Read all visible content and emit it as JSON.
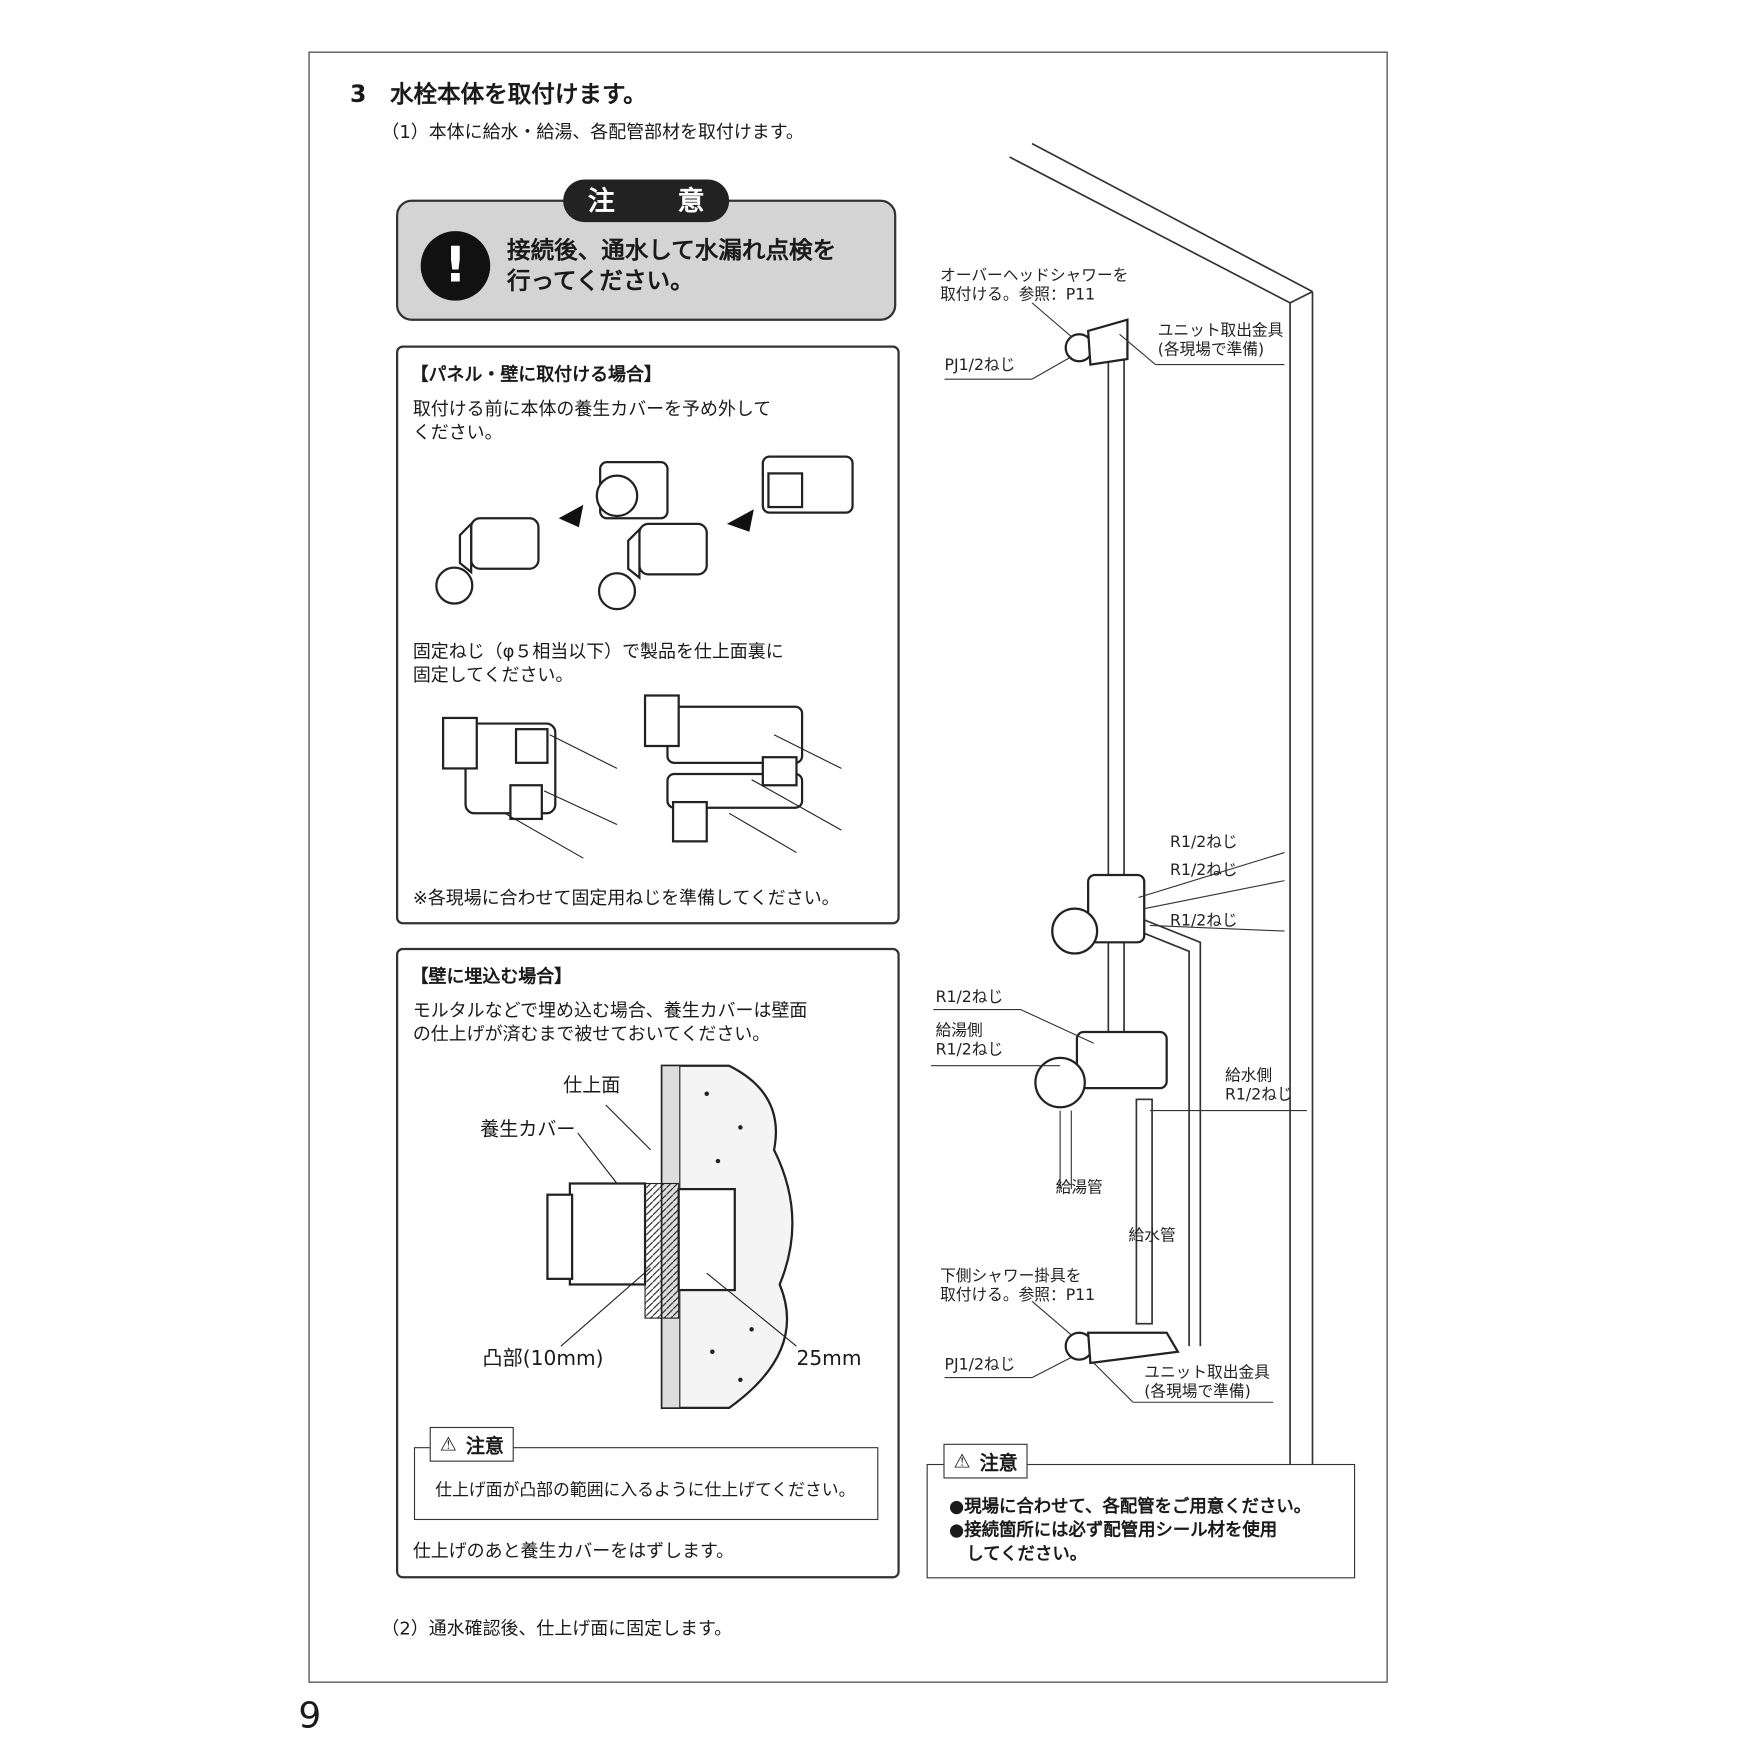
{
  "heading": "3　水栓本体を取付けます。",
  "step1": "（1）本体に給水・給湯、各配管部材を取付けます。",
  "caution_main": {
    "badge": "注　意",
    "icon": "exclamation-icon",
    "line1": "接続後、通水して水漏れ点検を",
    "line2": "行ってください。"
  },
  "panel_box": {
    "title": "【パネル・壁に取付ける場合】",
    "text1a": "取付ける前に本体の養生カバーを予め外して",
    "text1b": "ください。",
    "text2a": "固定ねじ（φ５相当以下）で製品を仕上面裏に",
    "text2b": "固定してください。",
    "note": "※各現場に合わせて固定用ねじを準備してください。"
  },
  "embed_box": {
    "title": "【壁に埋込む場合】",
    "text1a": "モルタルなどで埋め込む場合、養生カバーは壁面",
    "text1b": "の仕上げが済むまで被せておいてください。",
    "label_finish": "仕上面",
    "label_cover": "養生カバー",
    "label_protrusion": "凸部(10mm)",
    "label_25": "25mm",
    "caution_tag": "注意",
    "caution_text": "仕上げ面が凸部の範囲に入るように仕上げてください。",
    "after": "仕上げのあと養生カバーをはずします。"
  },
  "diagram": {
    "overhead_a": "オーバーヘッドシャワーを",
    "overhead_b": "取付ける。参照：P11",
    "pj_top": "PJ1/2ねじ",
    "unit_a": "ユニット取出金具",
    "unit_b": "(各現場で準備)",
    "r1": "R1/2ねじ",
    "r2": "R1/2ねじ",
    "r3": "R1/2ねじ",
    "r4": "R1/2ねじ",
    "hot_a": "給湯側",
    "hot_b": "R1/2ねじ",
    "cold_a": "給水側",
    "cold_b": "R1/2ねじ",
    "hot_pipe": "給湯管",
    "cold_pipe": "給水管",
    "lower_a": "下側シャワー掛具を",
    "lower_b": "取付ける。参照：P11",
    "pj_bottom": "PJ1/2ねじ",
    "unit2_a": "ユニット取出金具",
    "unit2_b": "(各現場で準備)"
  },
  "caution_right": {
    "tag": "注意",
    "line1": "●現場に合わせて、各配管をご用意ください。",
    "line2": "●接続箇所には必ず配管用シール材を使用",
    "line3": "　してください。"
  },
  "step2": "（2）通水確認後、仕上げ面に固定します。",
  "page_number": "9"
}
